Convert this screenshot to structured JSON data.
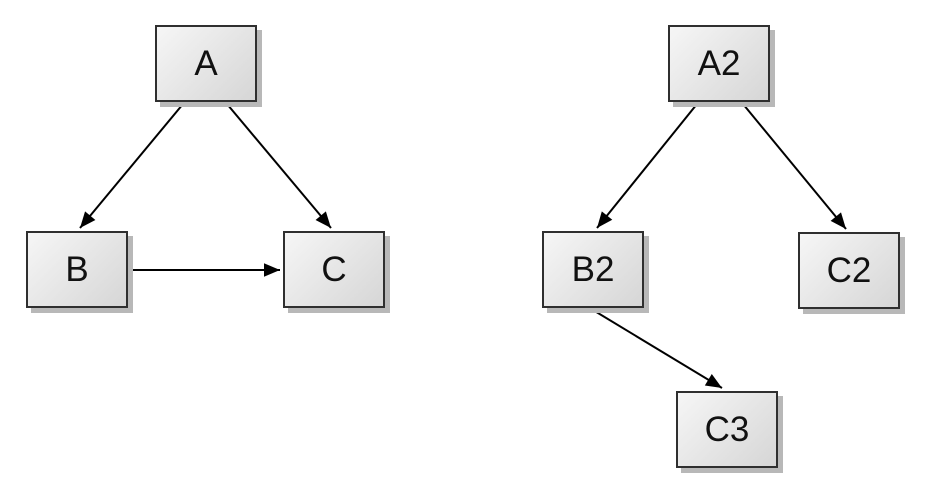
{
  "style": {
    "canvas_bg": "#ffffff",
    "node_fill_top": "#f6f6f6",
    "node_fill_bottom": "#d6d6d6",
    "node_border": "#2f2f2f",
    "node_shadow": "#b8b8b8",
    "edge_color": "#000000",
    "label_color": "#111111"
  },
  "graphs": [
    {
      "name": "left-graph",
      "nodes": [
        {
          "id": "A",
          "label": "A"
        },
        {
          "id": "B",
          "label": "B"
        },
        {
          "id": "C",
          "label": "C"
        }
      ],
      "edges": [
        {
          "from": "A",
          "to": "B"
        },
        {
          "from": "A",
          "to": "C"
        },
        {
          "from": "B",
          "to": "C"
        }
      ]
    },
    {
      "name": "right-graph",
      "nodes": [
        {
          "id": "A2",
          "label": "A2"
        },
        {
          "id": "B2",
          "label": "B2"
        },
        {
          "id": "C2",
          "label": "C2"
        },
        {
          "id": "C3",
          "label": "C3"
        }
      ],
      "edges": [
        {
          "from": "A2",
          "to": "B2"
        },
        {
          "from": "A2",
          "to": "C2"
        },
        {
          "from": "B2",
          "to": "C3"
        }
      ]
    }
  ]
}
